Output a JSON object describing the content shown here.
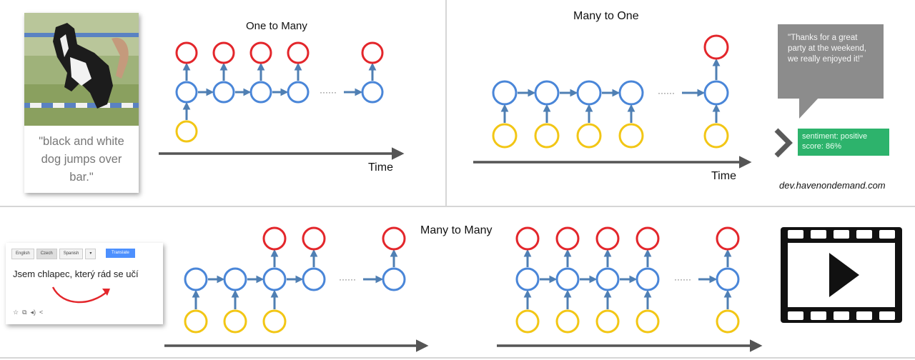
{
  "panels": {
    "one_to_many": {
      "title": "One to Many",
      "time_label": "Time"
    },
    "many_to_one": {
      "title": "Many to One",
      "time_label": "Time"
    },
    "many_to_many": {
      "title": "Many to Many"
    }
  },
  "image_caption": "\"black and white dog jumps over bar.\"",
  "review": {
    "quote": "\"Thanks for a great party at the weekend, we really enjoyed it!\"",
    "sentiment": "sentiment: positive",
    "score": "score: 86%",
    "credit": "dev.havenondemand.com"
  },
  "translate": {
    "tabs": [
      "English",
      "Czech",
      "Spanish"
    ],
    "dropdown_icon": "chevron-down-icon",
    "button": "Translate",
    "text": "Jsem chlapec, který rád se učí",
    "tools": [
      "star-icon",
      "copy-icon",
      "speaker-icon",
      "share-icon"
    ]
  },
  "ellipsis": "······",
  "colors": {
    "output": "#e3262b",
    "hidden": "#4a86d8",
    "input": "#f2c615",
    "arrow": "#4f7fb3",
    "timeline": "#555555",
    "bubble": "#8c8c8c",
    "sentiment": "#2db36c"
  }
}
